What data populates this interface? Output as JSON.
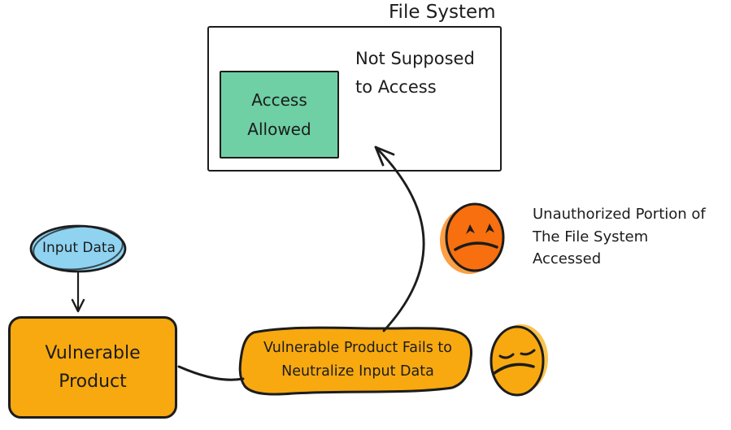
{
  "diagram": {
    "file_system": {
      "title": "File System",
      "not_supposed": {
        "line1": "Not Supposed",
        "line2": "to Access"
      },
      "access_allowed": {
        "line1": "Access",
        "line2": "Allowed"
      }
    },
    "input_data": {
      "label": "Input Data"
    },
    "vulnerable_product": {
      "line1": "Vulnerable",
      "line2": "Product"
    },
    "failure_note": {
      "line1": "Vulnerable Product Fails to",
      "line2": "Neutralize Input Data"
    },
    "outcome_note": {
      "line1": "Unauthorized Portion of",
      "line2": "The File System",
      "line3": "Accessed"
    },
    "icons": {
      "angry_face": "angry-face",
      "sad_face": "sad-face"
    },
    "colors": {
      "background": "#ffffff",
      "ink": "#1c1c1c",
      "green_fill": "#6ed0a4",
      "blue_fill": "#8fd3f1",
      "amber_fill": "#f7a90f",
      "orange_fill": "#f76f0e"
    }
  }
}
